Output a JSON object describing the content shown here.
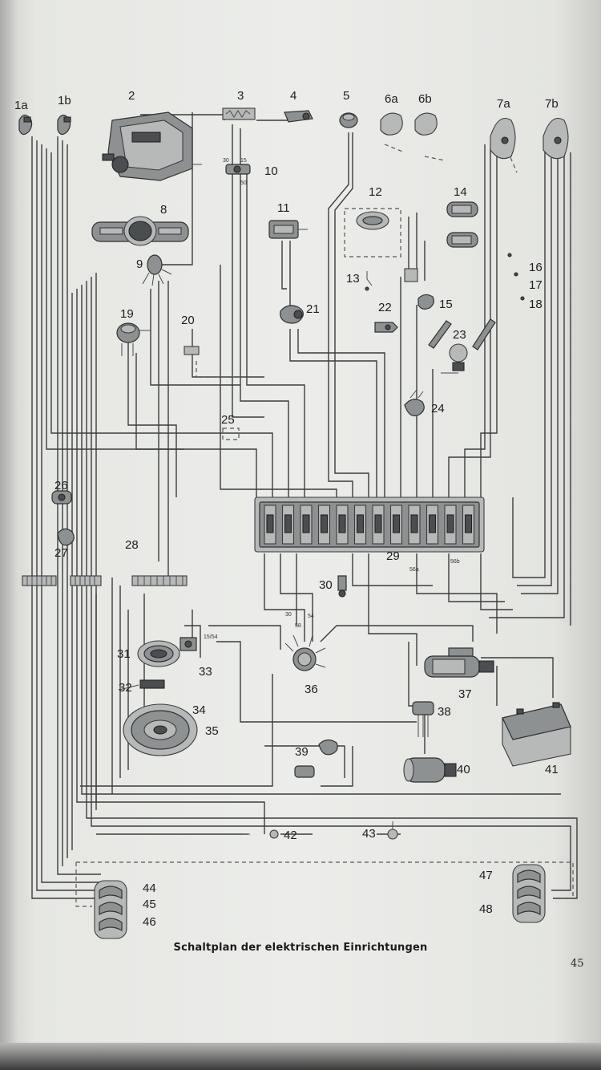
{
  "caption": "Schaltplan der elektrischen Einrichtungen",
  "page_number": "45",
  "labels": {
    "c1a": "1a",
    "c1b": "1b",
    "c2": "2",
    "c3": "3",
    "c4": "4",
    "c5": "5",
    "c6a": "6a",
    "c6b": "6b",
    "c7a": "7a",
    "c7b": "7b",
    "c8": "8",
    "c9": "9",
    "c10": "10",
    "c11": "11",
    "c12": "12",
    "c13": "13",
    "c14": "14",
    "c15": "15",
    "c16": "16",
    "c17": "17",
    "c18": "18",
    "c19": "19",
    "c20": "20",
    "c21": "21",
    "c22": "22",
    "c23": "23",
    "c24": "24",
    "c25": "25",
    "c26": "26",
    "c27": "27",
    "c28": "28",
    "c29": "29",
    "c30": "30",
    "c31": "31",
    "c32": "32",
    "c33": "33",
    "c34": "34",
    "c35": "35",
    "c36": "36",
    "c37": "37",
    "c38": "38",
    "c39": "39",
    "c40": "40",
    "c41": "41",
    "c42": "42",
    "c43": "43",
    "c44": "44",
    "c45": "45",
    "c46": "46",
    "c47": "47",
    "c48": "48"
  },
  "terminal_labels": {
    "t56a": "56a",
    "t56b": "56b",
    "t30": "30",
    "t58": "58",
    "t54": "54",
    "t15_54": "15/54"
  }
}
